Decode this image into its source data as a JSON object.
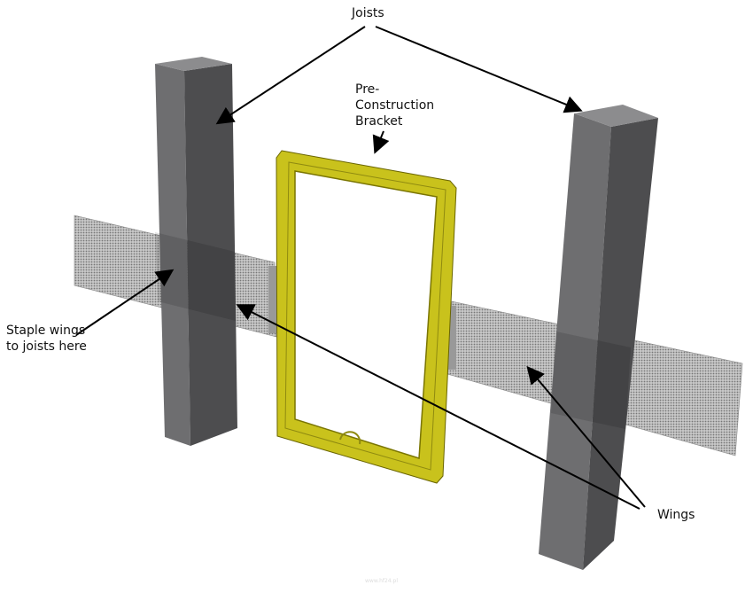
{
  "labels": {
    "joists": "Joists",
    "bracket_line1": "Pre-",
    "bracket_line2": "Construction",
    "bracket_line3": "Bracket",
    "staple_line1": "Staple wings",
    "staple_line2": "to joists here",
    "wings": "Wings"
  },
  "watermark": "www.hf24.pl",
  "colors": {
    "joist_front": "#6a6a6c",
    "joist_side": "#4a4a4c",
    "joist_top": "#8a8a8c",
    "bracket": "#c8c21a",
    "mesh": "#9a9a9a"
  }
}
